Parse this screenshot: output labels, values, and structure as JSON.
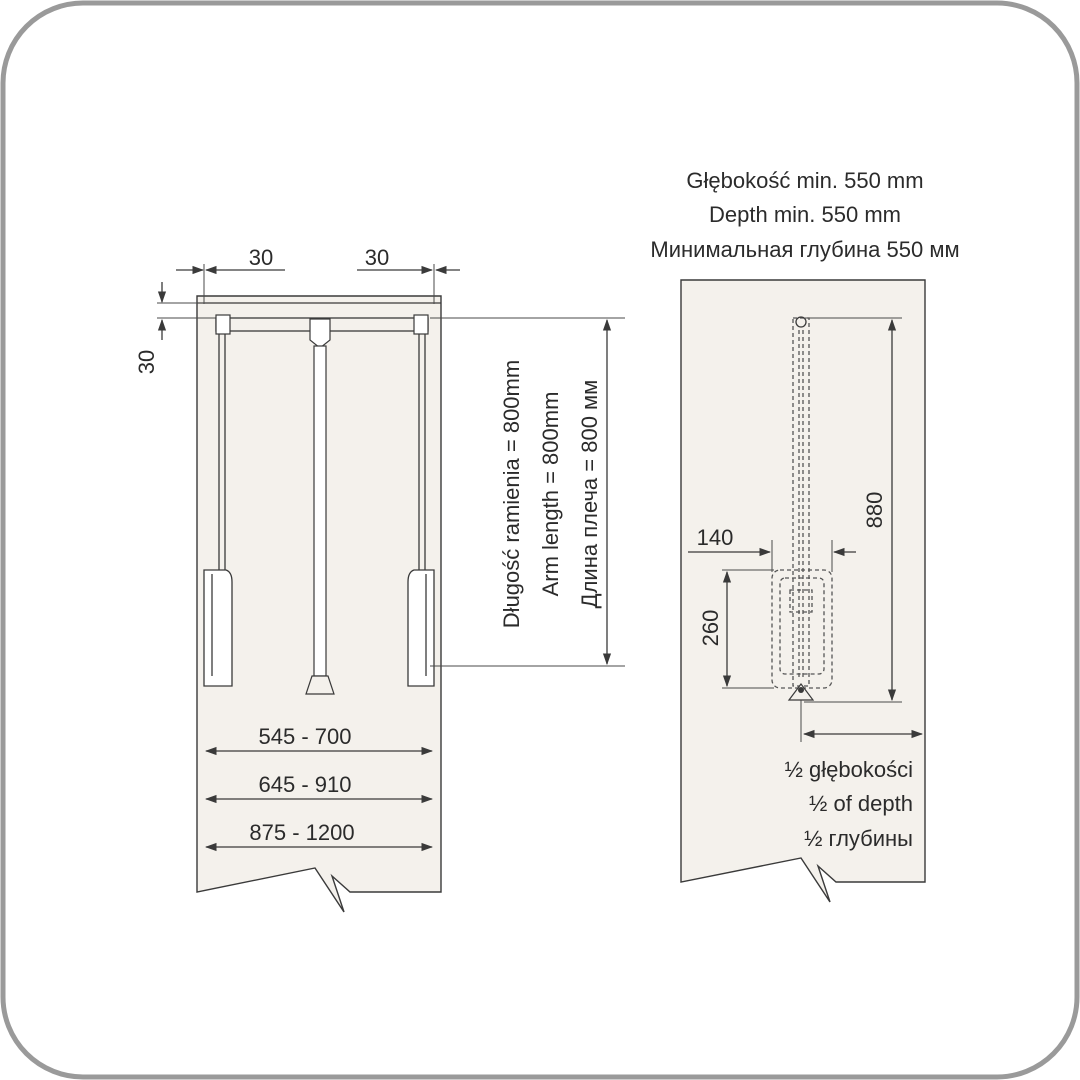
{
  "front_view": {
    "top_left_gap": "30",
    "top_right_gap": "30",
    "vertical_gap": "30",
    "arm_length": [
      "Długość ramienia = 800mm",
      "Arm length = 800mm",
      "Длина плеча = 800 мм"
    ],
    "width_ranges": [
      "545 - 700",
      "645 - 910",
      "875 - 1200"
    ]
  },
  "side_view": {
    "depth_title": [
      "Głębokość min. 550 mm",
      "Depth min. 550 mm",
      "Минимальная глубина 550 мм"
    ],
    "height": "880",
    "bracket_width": "140",
    "bracket_height": "260",
    "half_depth": [
      "½ głębokości",
      "½ of depth",
      "½ глубины"
    ]
  },
  "colors": {
    "frame": "#9a9a9a",
    "line": "#3a3a3a",
    "cabinet_fill": "#f4f1ec"
  }
}
